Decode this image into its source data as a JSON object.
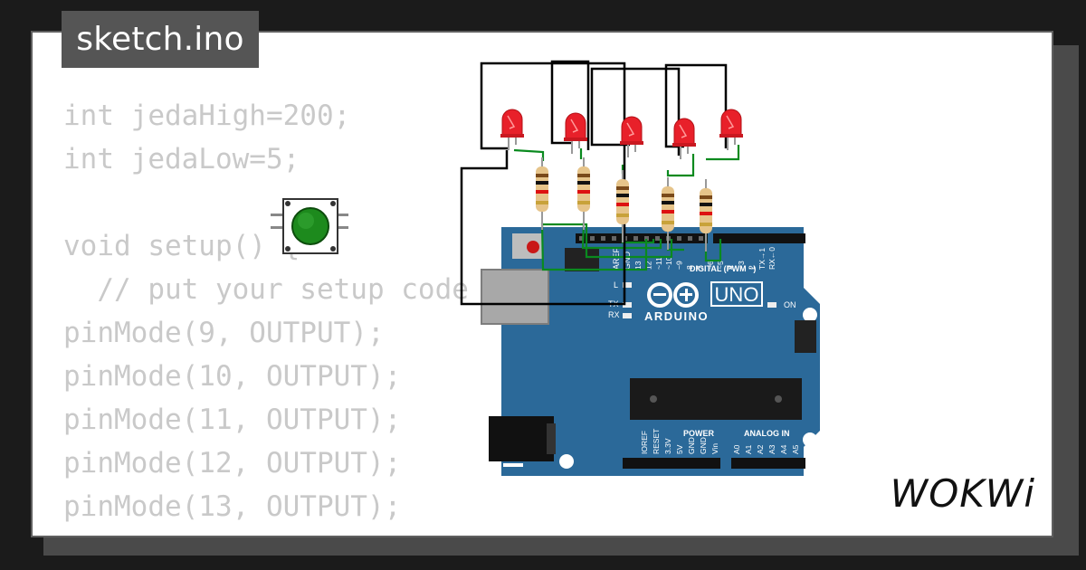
{
  "file_tab": {
    "label": "sketch.ino"
  },
  "code_lines": [
    "int jedaHigh=200;",
    "int jedaLow=5;",
    "",
    "void setup() {",
    "  // put your setup code here, to run once:",
    "pinMode(9, OUTPUT);",
    "pinMode(10, OUTPUT);",
    "pinMode(11, OUTPUT);",
    "pinMode(12, OUTPUT);",
    "pinMode(13, OUTPUT);"
  ],
  "board": {
    "model": "UNO",
    "brand": "ARDUINO",
    "digital_label": "DIGITAL (PWM ~)",
    "power_label": "POWER",
    "analog_label": "ANALOG IN",
    "on_label": "ON",
    "l_label": "L",
    "tx_label": "TX",
    "rx_label": "RX",
    "aref_label": "AREF",
    "gnd_label": "GND",
    "digital_pins": [
      "13",
      "12",
      "~11",
      "~10",
      "~9",
      "8",
      "7",
      "~6",
      "~5",
      "4",
      "~3",
      "2",
      "TX→1",
      "RX←0"
    ],
    "power_pins": [
      "IOREF",
      "RESET",
      "3.3V",
      "5V",
      "GND",
      "GND",
      "Vin"
    ],
    "analog_pins": [
      "A0",
      "A1",
      "A2",
      "A3",
      "A4",
      "A5"
    ]
  },
  "brand_logo": "WOKWi",
  "colors": {
    "board_blue": "#2b6999",
    "led_red": "#e8202a",
    "wire_green": "#0a8a1f",
    "wire_black": "#000000",
    "button_green": "#1d8a1d",
    "code_gray": "#c9c9c9"
  }
}
